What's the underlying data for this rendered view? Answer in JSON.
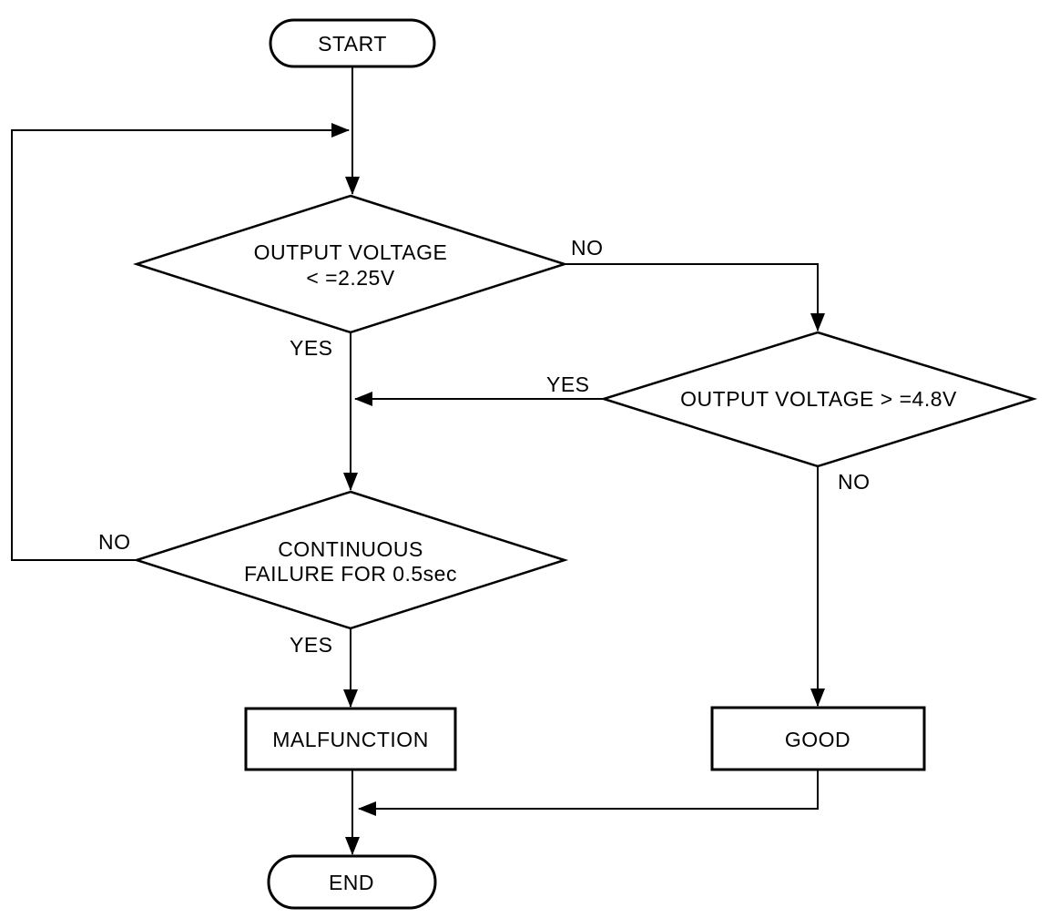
{
  "nodes": {
    "start": {
      "label": "START"
    },
    "decision_voltage_low": {
      "line1": "OUTPUT VOLTAGE",
      "line2": "< =2.25V"
    },
    "decision_voltage_high": {
      "label": "OUTPUT VOLTAGE > =4.8V"
    },
    "decision_continuous_failure": {
      "line1": "CONTINUOUS",
      "line2": "FAILURE FOR 0.5sec"
    },
    "malfunction": {
      "label": "MALFUNCTION"
    },
    "good": {
      "label": "GOOD"
    },
    "end": {
      "label": "END"
    }
  },
  "edge_labels": {
    "voltage_low_no": "NO",
    "voltage_low_yes": "YES",
    "voltage_high_yes": "YES",
    "voltage_high_no": "NO",
    "continuous_failure_no": "NO",
    "continuous_failure_yes": "YES"
  },
  "colors": {
    "line": "#000000",
    "background": "#ffffff",
    "node_fill": "#ffffff"
  }
}
